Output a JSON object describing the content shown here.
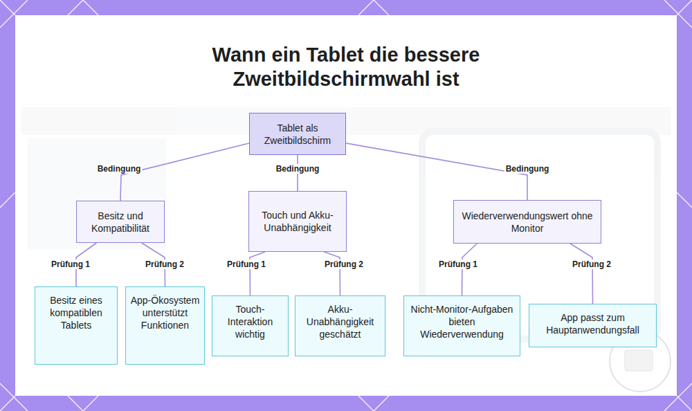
{
  "diagram": {
    "title": "Wann ein Tablet die bessere Zweitbildschirmwahl ist",
    "nodes": [
      {
        "text": [
          "Tablet als Zweitbildschirm"
        ]
      },
      {
        "text": [
          "Besitz und Kompatibilität"
        ]
      },
      {
        "text": [
          "Touch und Akku-Unabhängigkeit"
        ]
      },
      {
        "text": [
          "Wiederverwendungswert ohne Monitor"
        ]
      },
      {
        "text": [
          "Besitz eines kompatiblen Tablets"
        ]
      },
      {
        "text": [
          "App-Ökosystem unterstützt Funktionen"
        ]
      },
      {
        "text": [
          "Touch-Interaktion wichtig"
        ]
      },
      {
        "text": [
          "Akku-Unabhängigkeit geschätzt"
        ]
      },
      {
        "text": [
          "Nicht-Monitor-Aufgaben bieten Wiederverwendung"
        ]
      },
      {
        "text": [
          "App passt zum Hauptanwendungsfall"
        ]
      }
    ],
    "edges": [
      {
        "from": 0,
        "to": 1,
        "label": "Bedingung",
        "arrow": "none"
      },
      {
        "from": 0,
        "to": 2,
        "label": "Bedingung",
        "arrow": "none"
      },
      {
        "from": 0,
        "to": 3,
        "label": "Bedingung",
        "arrow": "none"
      },
      {
        "from": 1,
        "to": 4,
        "label": "Prüfung 1",
        "arrow": "none"
      },
      {
        "from": 1,
        "to": 5,
        "label": "Prüfung 2",
        "arrow": "none"
      },
      {
        "from": 2,
        "to": 6,
        "label": "Prüfung 1",
        "arrow": "none"
      },
      {
        "from": 2,
        "to": 7,
        "label": "Prüfung 2",
        "arrow": "none"
      },
      {
        "from": 3,
        "to": 8,
        "label": "Prüfung 1",
        "arrow": "none"
      },
      {
        "from": 3,
        "to": 9,
        "label": "Prüfung 2",
        "arrow": "none"
      }
    ]
  }
}
